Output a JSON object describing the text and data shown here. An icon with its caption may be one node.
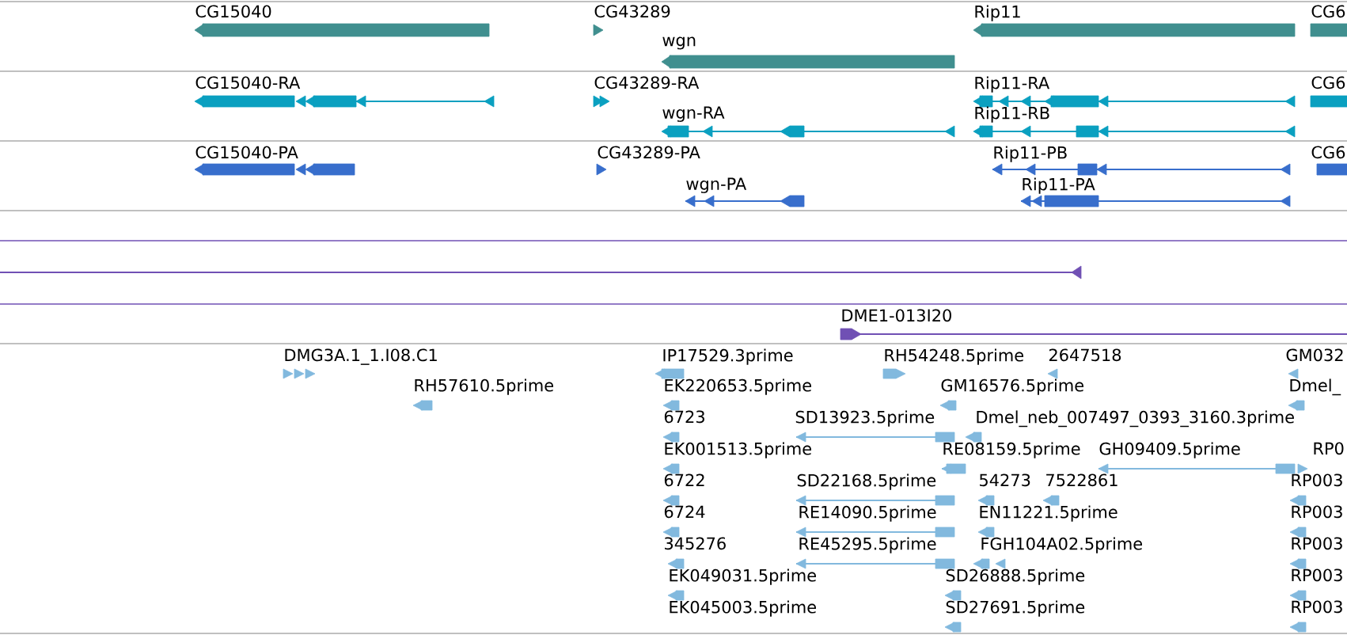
{
  "diagram": {
    "labels": [
      "CG15040",
      "CG43289",
      "Rip11",
      "CG6",
      "wgn",
      "CG15040-RA",
      "CG43289-RA",
      "Rip11-RA",
      "CG6",
      "wgn-RA",
      "Rip11-RB",
      "CG15040-PA",
      "CG43289-PA",
      "Rip11-PB",
      "CG6",
      "wgn-PA",
      "Rip11-PA",
      "DME1-013I20",
      "DMG3A.1_1.I08.C1",
      "IP17529.3prime",
      "RH54248.5prime",
      "2647518",
      "GM032",
      "RH57610.5prime",
      "EK220653.5prime",
      "GM16576.5prime",
      "Dmel_",
      "6723",
      "SD13923.5prime",
      "Dmel_neb_007497_0393_3160.3prime",
      "EK001513.5prime",
      "RE08159.5prime",
      "GH09409.5prime",
      "RP0",
      "6722",
      "SD22168.5prime",
      "54273",
      "7522861",
      "RP003",
      "6724",
      "RE14090.5prime",
      "EN11221.5prime",
      "RP003",
      "345276",
      "RE45295.5prime",
      "FGH104A02.5prime",
      "RP003",
      "EK049031.5prime",
      "SD26888.5prime",
      "RP003",
      "EK045003.5prime",
      "SD27691.5prime",
      "RP003"
    ]
  }
}
